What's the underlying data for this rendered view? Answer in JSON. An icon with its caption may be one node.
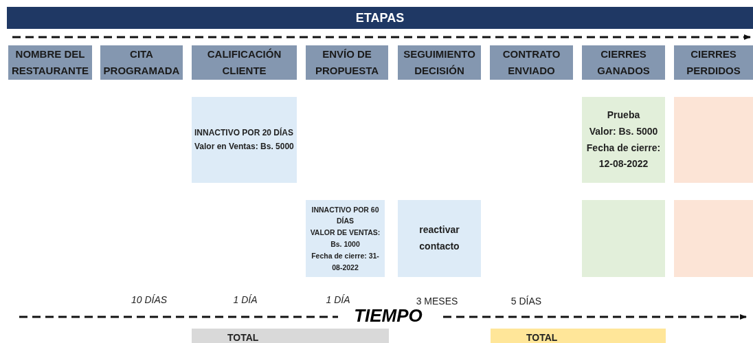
{
  "diagram": {
    "title": "ETAPAS",
    "nodes": [
      {
        "text": [
          "NOMBRE DEL RESTAURANTE"
        ]
      },
      {
        "text": [
          "CITA PROGRAMADA"
        ]
      },
      {
        "text": [
          "CALIFICACIÓN CLIENTE"
        ]
      },
      {
        "text": [
          "ENVÍO DE PROPUESTA"
        ]
      },
      {
        "text": [
          "SEGUIMIENTO DECISIÓN"
        ]
      },
      {
        "text": [
          "CONTRATO ENVIADO"
        ]
      },
      {
        "text": [
          "CIERRES GANADOS"
        ]
      },
      {
        "text": [
          "CIERRES PERDIDOS"
        ]
      },
      {
        "text": [
          "INNACTIVO POR 20 DÍAS",
          "Valor en Ventas: Bs. 5000"
        ]
      },
      {
        "text": [
          "Prueba",
          "Valor: Bs. 5000",
          "Fecha de cierre: 12-08-2022"
        ]
      },
      {
        "text": [],
        "shape": "box"
      },
      {
        "text": [
          "INNACTIVO POR 60 DÍAS",
          "VALOR DE VENTAS: Bs. 1000",
          "Fecha de cierre: 31-08-2022"
        ]
      },
      {
        "text": [
          "reactivar contacto"
        ]
      },
      {
        "text": [],
        "shape": "box"
      },
      {
        "text": [],
        "shape": "box"
      },
      {
        "text": [
          "TOTAL"
        ]
      },
      {
        "text": [
          "TOTAL"
        ]
      }
    ],
    "edges": [],
    "labels": [
      "10 DÍAS",
      "1 DÍA",
      "1 DÍA",
      "3 MESES",
      "5 DÍAS",
      "TIEMPO"
    ]
  }
}
